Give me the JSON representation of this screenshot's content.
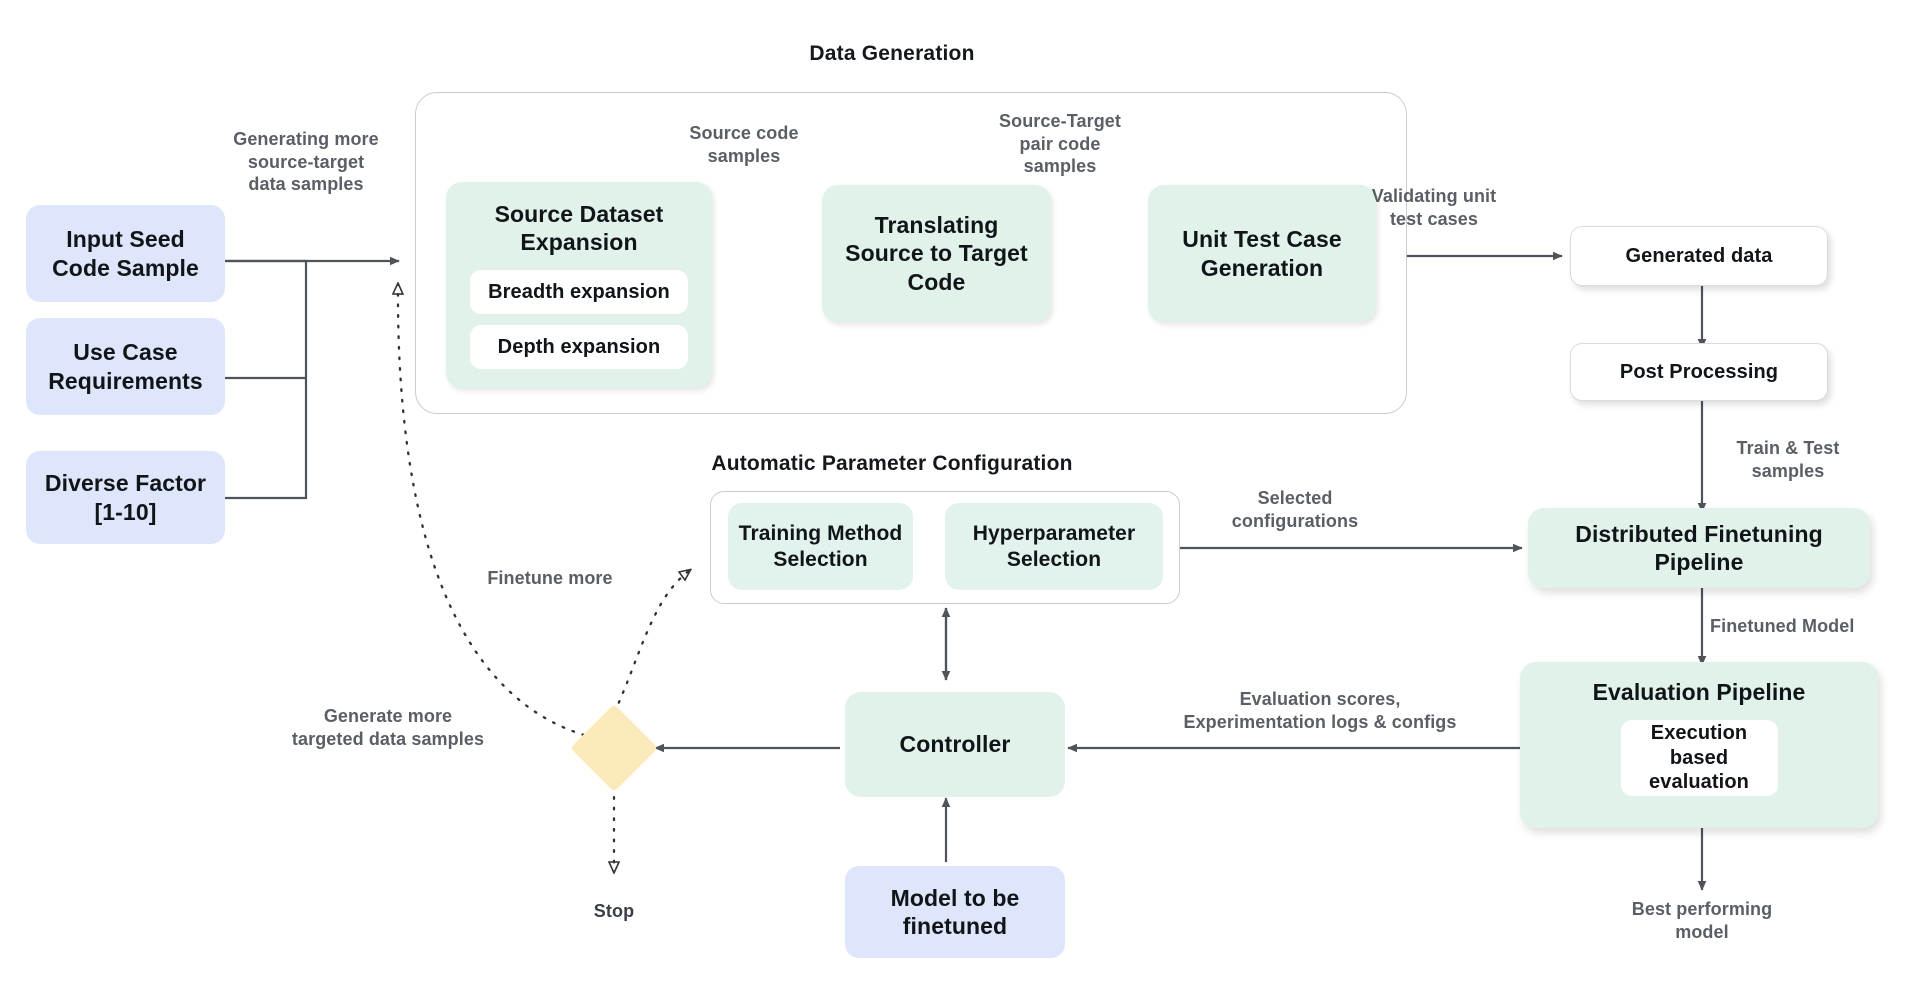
{
  "diagram": {
    "title_data_generation": "Data Generation",
    "title_auto_param": "Automatic Parameter Configuration"
  },
  "inputs": [
    {
      "id": "input-seed-code-sample",
      "label": "Input Seed\nCode Sample"
    },
    {
      "id": "use-case-requirements",
      "label": "Use Case\nRequirements"
    },
    {
      "id": "diverse-factor",
      "label": "Diverse Factor\n[1-10]"
    }
  ],
  "data_generation": {
    "source_dataset_expansion": "Source Dataset\nExpansion",
    "breadth_expansion": "Breadth expansion",
    "depth_expansion": "Depth expansion",
    "translating": "Translating\nSource to Target\nCode",
    "unit_test": "Unit Test Case\nGeneration"
  },
  "right_column": {
    "generated_data": "Generated data",
    "post_processing": "Post Processing",
    "distributed_finetuning_pipeline": "Distributed Finetuning\nPipeline",
    "evaluation_pipeline": "Evaluation Pipeline",
    "execution_based_evaluation": "Execution\nbased\nevaluation"
  },
  "auto_param": {
    "training_method_selection": "Training Method\nSelection",
    "hyperparameter_selection": "Hyperparameter\nSelection"
  },
  "control": {
    "controller": "Controller",
    "model_to_be_finetuned": "Model to be\nfinetuned",
    "decision_node": "",
    "stop": "Stop"
  },
  "edge_labels": {
    "generating_more": "Generating more\nsource-target\ndata samples",
    "source_code_samples": "Source code\nsamples",
    "source_target_pair": "Source-Target\npair code\nsamples",
    "validating_unit_tests": "Validating unit\ntest cases",
    "train_test_samples": "Train & Test\nsamples",
    "selected_configurations": "Selected\nconfigurations",
    "finetuned_model": "Finetuned Model",
    "evaluation_scores": "Evaluation scores,\nExperimentation logs & configs",
    "best_performing_model": "Best performing\nmodel",
    "finetune_more": "Finetune more",
    "generate_more_targeted": "Generate more\ntargeted data samples"
  },
  "colors": {
    "blue_node": "#dde6fb",
    "green_node": "#e0f2ea",
    "diamond": "#fdeaba",
    "arrow": "#4f545b",
    "label_text": "#5a5f66",
    "node_text": "#111418",
    "group_border": "#c9ccd1",
    "background": "#ffffff"
  }
}
